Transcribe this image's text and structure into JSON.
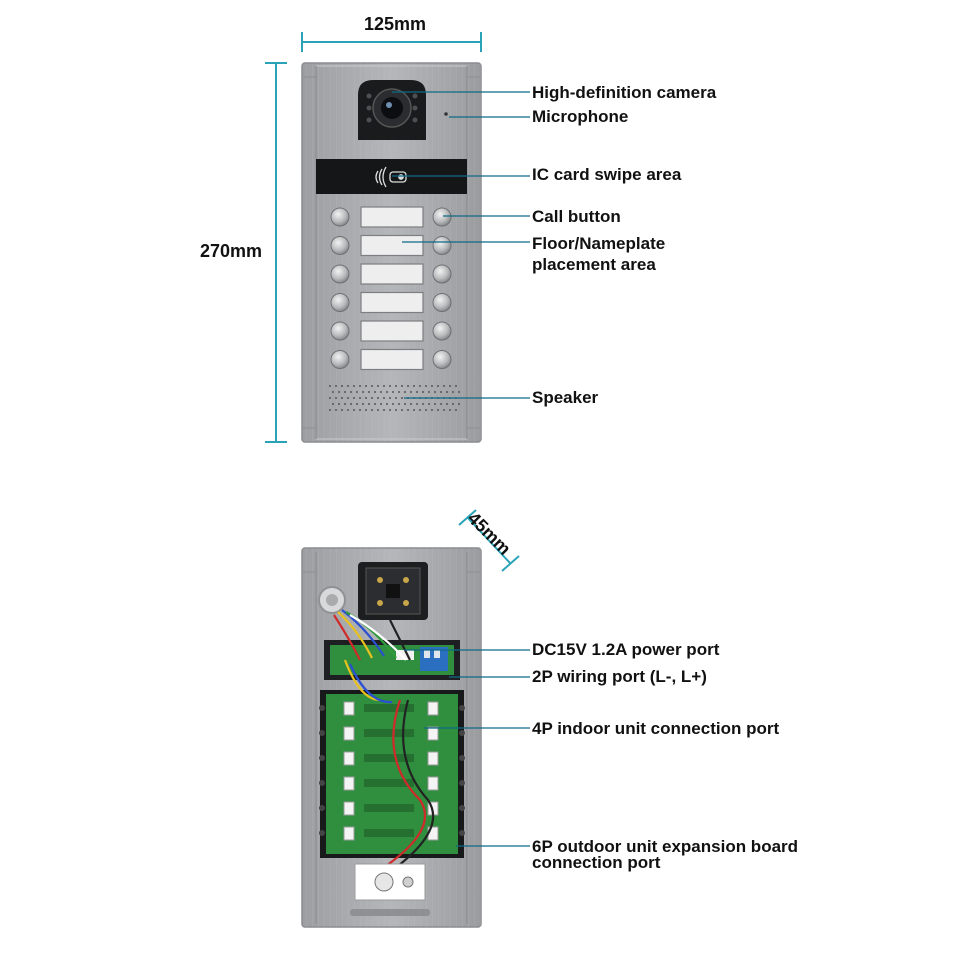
{
  "dimensions": {
    "front_width": "125mm",
    "front_height": "270mm",
    "depth": "45mm"
  },
  "front_labels": {
    "camera": "High-definition camera",
    "microphone": "Microphone",
    "ic_card": "IC card swipe area",
    "call_button": "Call button",
    "nameplate_line1": "Floor/Nameplate",
    "nameplate_line2": "placement area",
    "speaker": "Speaker"
  },
  "back_labels": {
    "power": "DC15V 1.2A power port",
    "wiring": "2P wiring port (L-, L+)",
    "indoor": "4P indoor unit connection port",
    "expansion_line1": "6P outdoor unit expansion board",
    "expansion_line2": "connection port"
  },
  "colors": {
    "dimension_line": "#2aa3b8",
    "leader_line": "#0e6a86",
    "panel": "#a9abae",
    "circuit_board": "#2f8f3e"
  }
}
